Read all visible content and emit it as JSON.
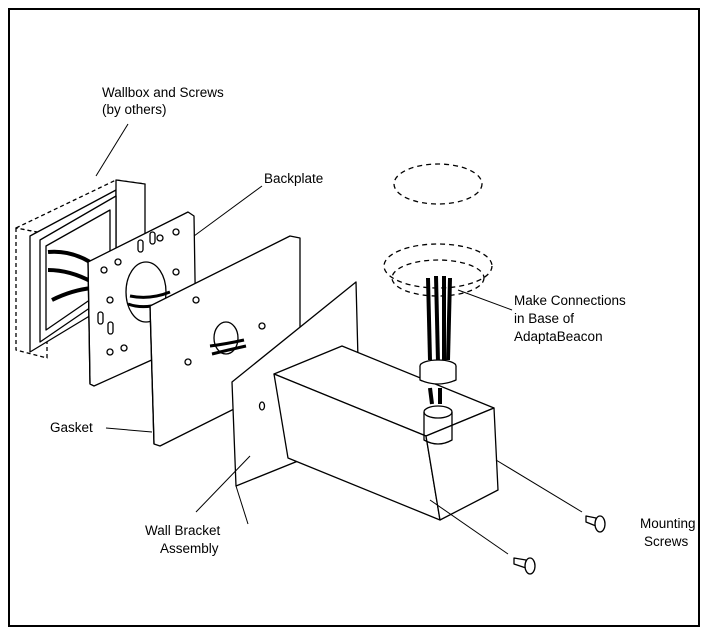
{
  "labels": {
    "wallbox_line1": "Wallbox and Screws",
    "wallbox_line2": "(by others)",
    "backplate": "Backplate",
    "connections_line1": "Make Connections",
    "connections_line2": "in Base of",
    "connections_line3": "AdaptaBeacon",
    "gasket": "Gasket",
    "bracket_line1": "Wall Bracket",
    "bracket_line2": "Assembly",
    "mounting_line1": "Mounting",
    "mounting_line2": "Screws"
  }
}
